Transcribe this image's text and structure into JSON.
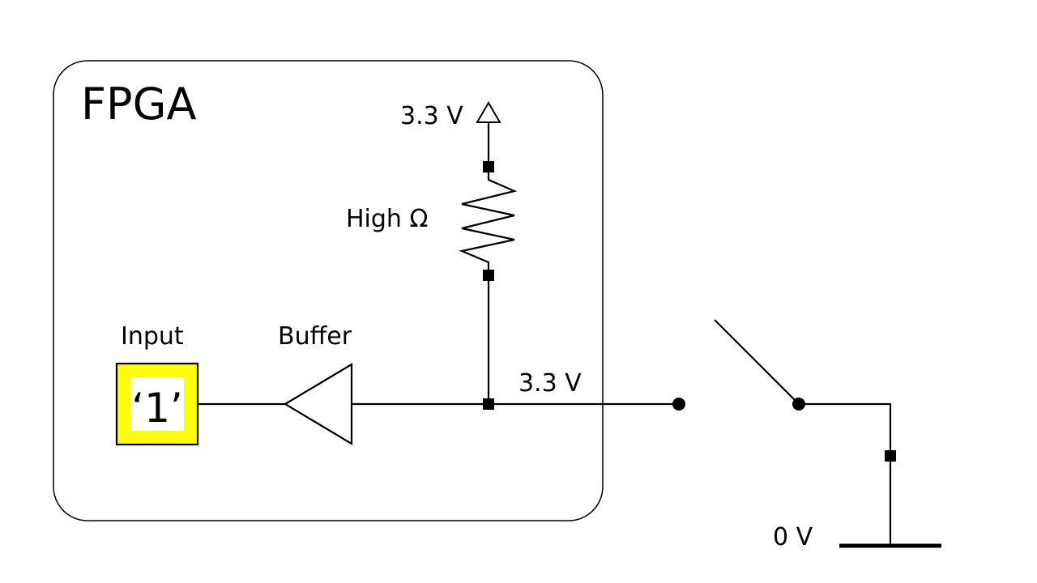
{
  "diagram": {
    "fpga_label": "FPGA",
    "supply_label": "3.3 V",
    "resistor_label": "High Ω",
    "input_label": "Input",
    "input_value": "‘1’",
    "buffer_label": "Buffer",
    "line_voltage_label": "3.3 V",
    "ground_label": "0 V",
    "colors": {
      "input_highlight": "#ffff00",
      "stroke": "#000000",
      "background": "#ffffff"
    }
  }
}
